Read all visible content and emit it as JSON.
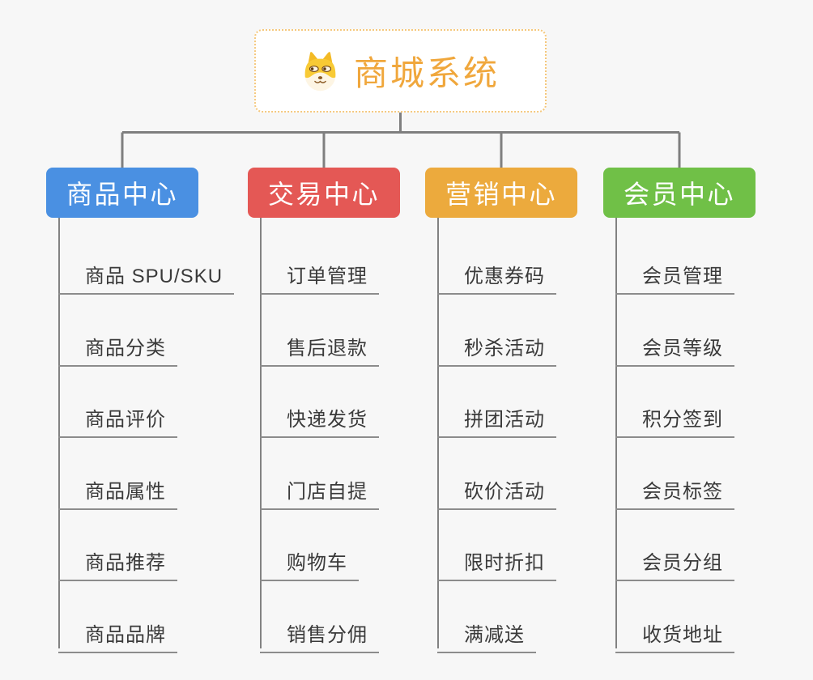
{
  "root": {
    "title": "商城系统",
    "icon": "dog-face-icon",
    "title_color": "#f0a73c",
    "border_color": "#f5c87d"
  },
  "branches": [
    {
      "label": "商品中心",
      "color": "#4a90e2",
      "children": [
        "商品 SPU/SKU",
        "商品分类",
        "商品评价",
        "商品属性",
        "商品推荐",
        "商品品牌"
      ]
    },
    {
      "label": "交易中心",
      "color": "#e45855",
      "children": [
        "订单管理",
        "售后退款",
        "快递发货",
        "门店自提",
        "购物车",
        "销售分佣"
      ]
    },
    {
      "label": "营销中心",
      "color": "#ecaa3d",
      "children": [
        "优惠券码",
        "秒杀活动",
        "拼团活动",
        "砍价活动",
        "限时折扣",
        "满减送"
      ]
    },
    {
      "label": "会员中心",
      "color": "#70c047",
      "children": [
        "会员管理",
        "会员等级",
        "积分签到",
        "会员标签",
        "会员分组",
        "收货地址"
      ]
    }
  ],
  "colors": {
    "background": "#f7f7f7",
    "connector": "#7f7f7f",
    "subtopic_line": "#8c8c8c",
    "subtopic_text": "#3a3a3a"
  }
}
